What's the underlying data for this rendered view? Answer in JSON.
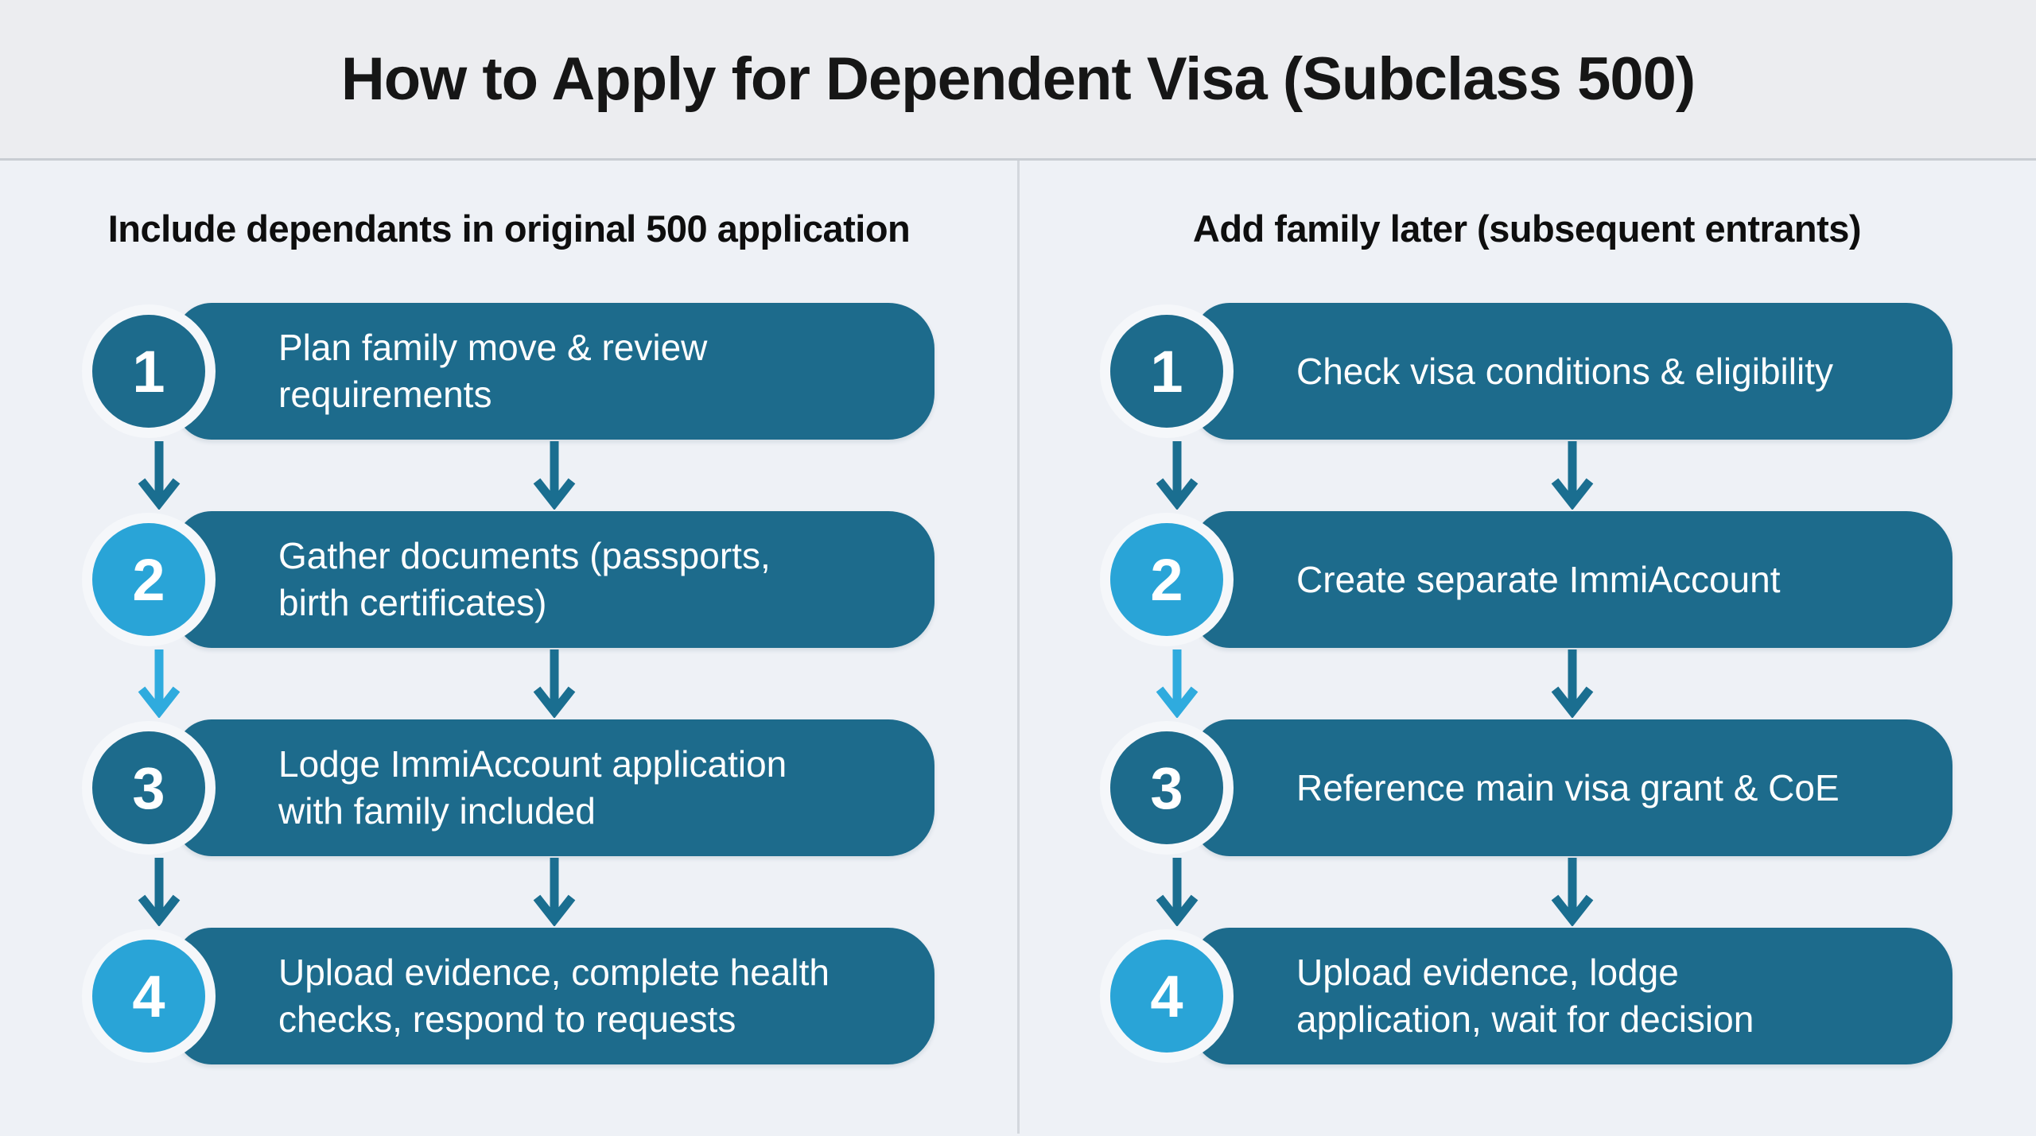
{
  "title": "How to Apply for Dependent Visa (Subclass 500)",
  "theme": {
    "page_bg": "#eef1f6",
    "header_bg": "#ecedf0",
    "divider": "#d3d7dd",
    "bar": "#1d6b8c",
    "circle_dark": "#1d6b8c",
    "circle_light": "#29a4d7",
    "arrow_dark": "#1a6e90",
    "arrow_light": "#2fabde",
    "ring": "#f5f7fa",
    "title_color": "#161616",
    "step_text_color": "#ffffff"
  },
  "columns": [
    {
      "header": "Include dependants in original 500 application",
      "steps": [
        {
          "num": "1",
          "tone": "dark",
          "text": "Plan family move & review\nrequirements"
        },
        {
          "num": "2",
          "tone": "light",
          "text": "Gather documents (passports,\nbirth certificates)"
        },
        {
          "num": "3",
          "tone": "dark",
          "text": "Lodge ImmiAccount application\nwith family included"
        },
        {
          "num": "4",
          "tone": "light",
          "text": "Upload evidence, complete health\nchecks, respond to requests"
        }
      ],
      "arrows": [
        {
          "left": "dark",
          "middle": "dark"
        },
        {
          "left": "light",
          "middle": "dark"
        },
        {
          "left": "dark",
          "middle": "dark"
        }
      ]
    },
    {
      "header": "Add family later (subsequent entrants)",
      "steps": [
        {
          "num": "1",
          "tone": "dark",
          "text": "Check visa conditions & eligibility"
        },
        {
          "num": "2",
          "tone": "light",
          "text": "Create separate ImmiAccount"
        },
        {
          "num": "3",
          "tone": "dark",
          "text": "Reference main visa grant & CoE"
        },
        {
          "num": "4",
          "tone": "light",
          "text": "Upload evidence, lodge\napplication, wait for decision"
        }
      ],
      "arrows": [
        {
          "left": "dark",
          "middle": "dark"
        },
        {
          "left": "light",
          "middle": "dark"
        },
        {
          "left": "dark",
          "middle": "dark"
        }
      ]
    }
  ]
}
